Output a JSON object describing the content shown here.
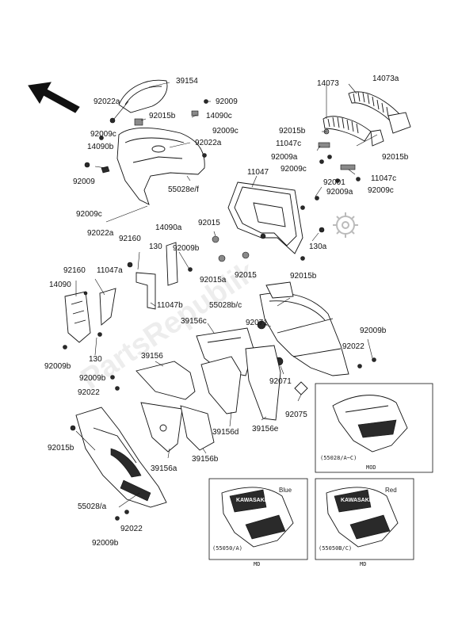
{
  "labels": {
    "l39154": "39154",
    "l92022a_top": "92022a",
    "l92009_top": "92009",
    "l92015b_top": "92015b",
    "l14090c": "14090c",
    "l92009c_top": "92009c",
    "l92009c_mid": "92009c",
    "l14090b": "14090b",
    "l92022a_b": "92022a",
    "l92009_left": "92009",
    "l55028ef": "55028e/f",
    "l14073": "14073",
    "l14073a": "14073a",
    "l92015b_r1": "92015b",
    "l11047c_top": "11047c",
    "l92009a_r": "92009a",
    "l92009c_r": "92009c",
    "l92015b_r2": "92015b",
    "l11047": "11047",
    "l92001": "92001",
    "l11047c_r": "11047c",
    "l92009a_r2": "92009a",
    "l92009c_r2": "92009c",
    "l92009c_left": "92009c",
    "l92022a_left": "92022a",
    "l92160_a": "92160",
    "l14090a": "14090a",
    "l130_a": "130",
    "l92015": "92015",
    "l92009b_mid": "92009b",
    "l130a": "130a",
    "l92160_b": "92160",
    "l11047a": "11047a",
    "l14090": "14090",
    "l92015a": "92015a",
    "l92015_b": "92015",
    "l92015b_mid": "92015b",
    "l11047b": "11047b",
    "l55028bc": "55028b/c",
    "l39156c": "39156c",
    "l92071_a": "92071",
    "l92009b_r": "92009b",
    "l92022_r": "92022",
    "l130_b": "130",
    "l92009b_l": "92009b",
    "l39156": "39156",
    "l92071_b": "92071",
    "l92009b_l2": "92009b",
    "l92022_l": "92022",
    "l92075": "92075",
    "l39156e": "39156e",
    "l39156d": "39156d",
    "l92015b_l": "92015b",
    "l39156a": "39156a",
    "l39156b": "39156b",
    "l55028a": "55028/a",
    "l92022_bot": "92022",
    "l92009b_bot": "92009b"
  },
  "insets": {
    "top_code": "(55028/A~C)",
    "top_note": "MOD",
    "left_code": "(55050/A)",
    "left_note": "MD",
    "left_color": "Blue",
    "right_code": "(55050B/C)",
    "right_note": "MD",
    "right_color": "Red",
    "decal_text": "KAWASAKI"
  },
  "watermark": "PartsRepublik"
}
